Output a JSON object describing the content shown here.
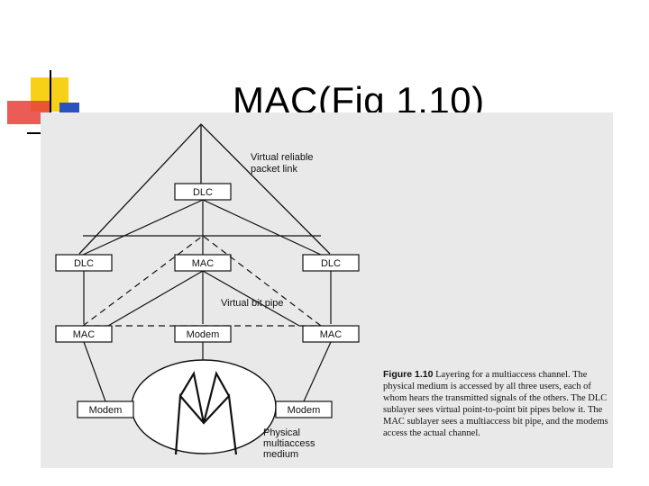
{
  "title": "MAC(Fig 1.10)",
  "colors": {
    "logo_yellow": "#f7d117",
    "logo_red": "#e8403a",
    "logo_blue": "#2a52be",
    "scan_bg": "#e9e9e9"
  },
  "diagram": {
    "top_link_label_1": "Virtual reliable",
    "top_link_label_2": "packet link",
    "dlc_top": "DLC",
    "dlc_left": "DLC",
    "mac_center": "MAC",
    "dlc_right": "DLC",
    "virtual_bit_pipe": "Virtual bit pipe",
    "mac_left": "MAC",
    "modem_center": "Modem",
    "mac_right": "MAC",
    "modem_left": "Modem",
    "modem_right": "Modem",
    "medium_1": "Physical",
    "medium_2": "multiaccess",
    "medium_3": "medium"
  },
  "caption": {
    "figure_label": "Figure 1.10",
    "text": "Layering for a multiaccess channel. The physical medium is accessed by all three users, each of whom hears the transmitted signals of the others. The DLC sublayer sees virtual point-to-point bit pipes below it. The MAC sublayer sees a multiaccess bit pipe, and the modems access the actual channel."
  }
}
